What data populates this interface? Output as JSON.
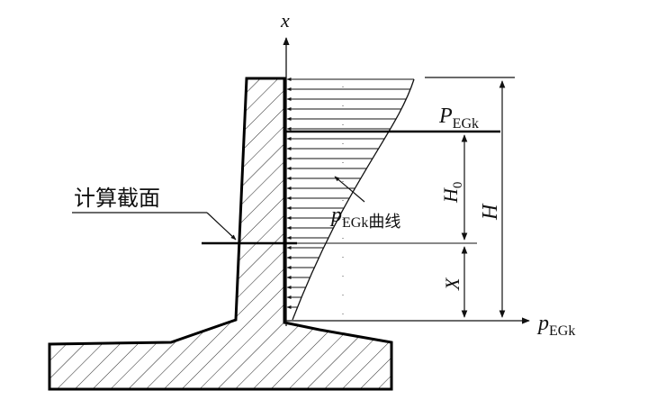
{
  "labels": {
    "x_axis": "x",
    "p_axis_main": "p",
    "p_axis_sub": "EGk",
    "P_main": "P",
    "P_sub": "EGk",
    "section_label": "计算截面",
    "curve_main": "p",
    "curve_sub": "EGk",
    "curve_suffix": "曲线",
    "H0_main": "H",
    "H0_sub": "0",
    "H": "H",
    "X": "X"
  }
}
